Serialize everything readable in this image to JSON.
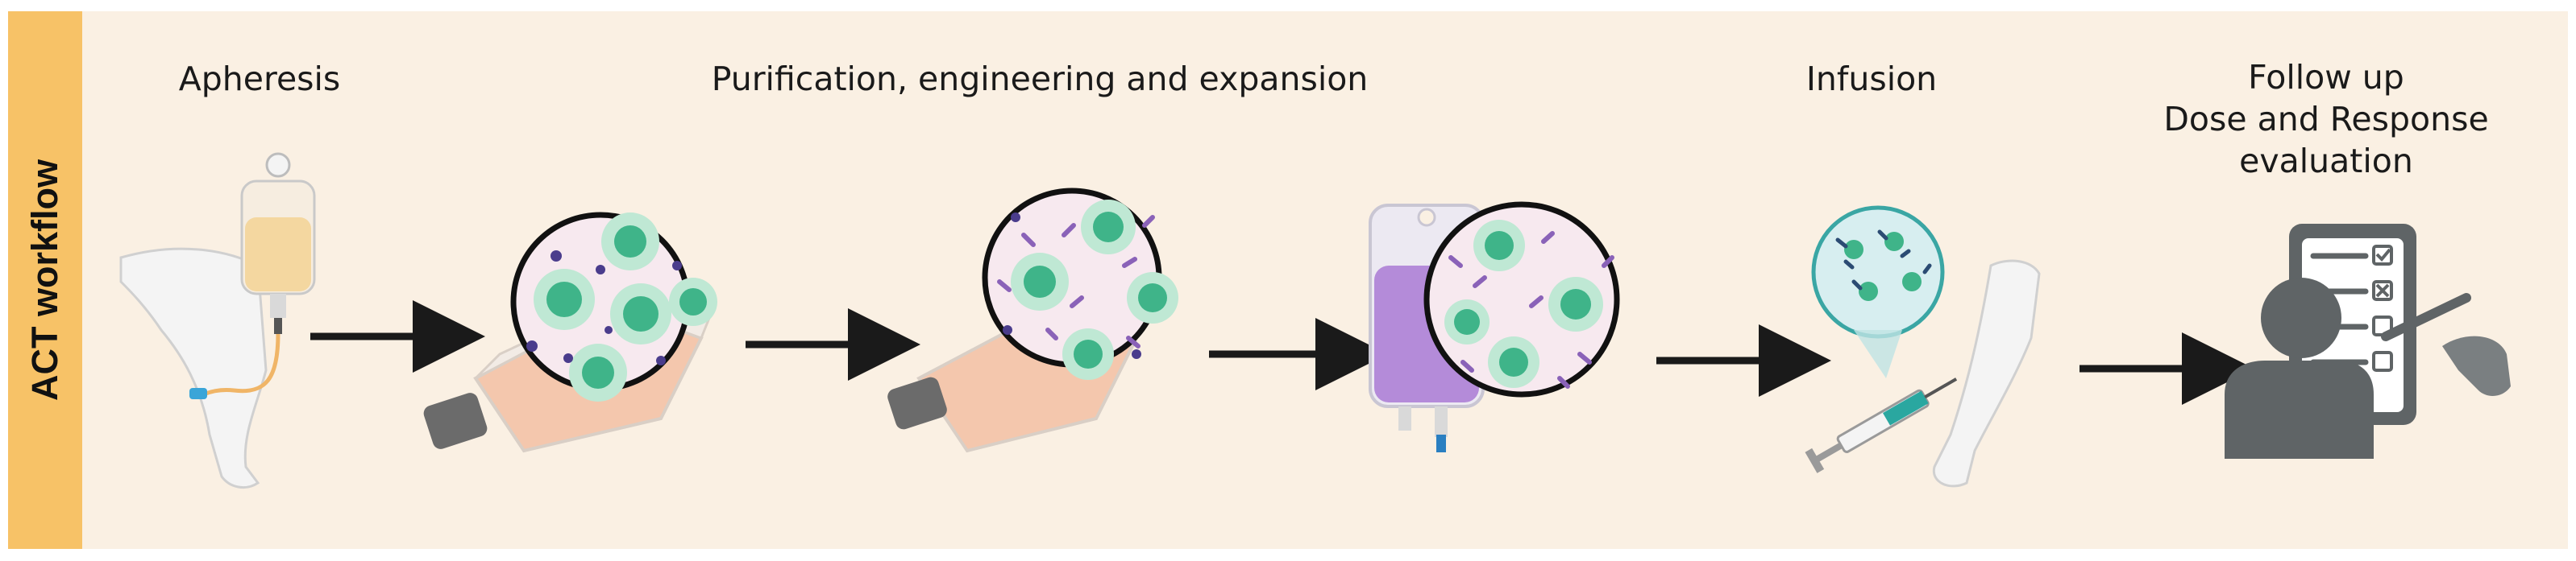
{
  "workflow_label": "ACT workflow",
  "steps": [
    {
      "title": "Apheresis"
    },
    {
      "title": "Purification, engineering and expansion"
    },
    {
      "title": "Infusion"
    },
    {
      "title_lines": [
        "Follow up",
        "Dose and Response",
        "evaluation"
      ]
    }
  ],
  "colors": {
    "background": "#faf0e3",
    "side_band": "#f7c267",
    "arrow": "#1a1a1a",
    "cell_green": "#3fb489",
    "cell_halo": "#bfe8d4",
    "bag_purple": "#b48bd9",
    "flask_fill": "#f3c2a6",
    "person_gray": "#5f6466",
    "syringe_teal": "#2aa7a0"
  },
  "icons": [
    "arm-icon",
    "iv-bag-icon",
    "cell-flask-icon",
    "magnifier-cells-icon",
    "infusion-bag-icon",
    "syringe-icon",
    "clipboard-icon",
    "person-icon",
    "arrow-icon"
  ]
}
